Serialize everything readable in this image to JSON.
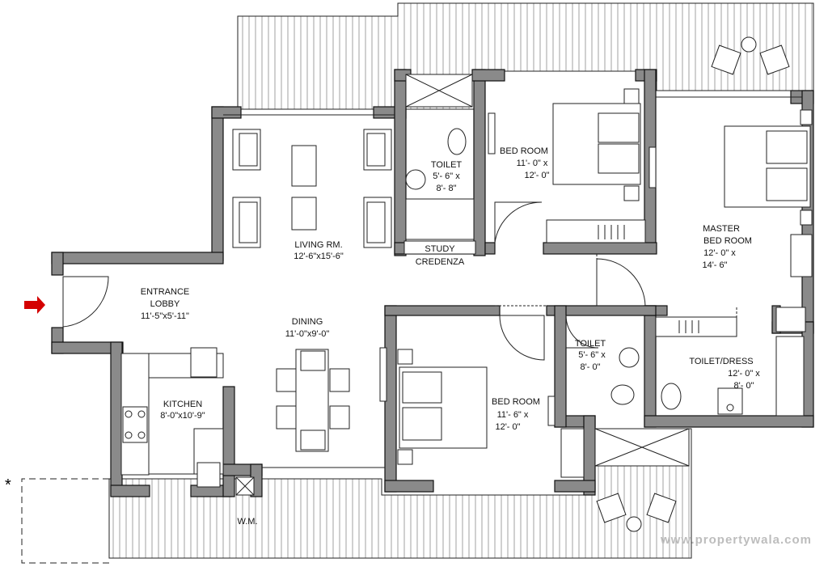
{
  "plan": {
    "rooms": [
      {
        "id": "living",
        "name": "LIVING RM.",
        "size": "12'-6\"x15'-6\""
      },
      {
        "id": "lobby",
        "name1": "ENTRANCE",
        "name2": "LOBBY",
        "size": "11'-5\"x5'-11\""
      },
      {
        "id": "dining",
        "name": "DINING",
        "size": "11'-0\"x9'-0\""
      },
      {
        "id": "kitchen",
        "name": "KITCHEN",
        "size": "8'-0\"x10'-9\""
      },
      {
        "id": "toilet1",
        "name": "TOILET",
        "dim1": "5'- 6\" x",
        "dim2": "8'- 8\""
      },
      {
        "id": "bed1",
        "name": "BED ROOM",
        "dim1": "11'- 0\" x",
        "dim2": "12'- 0\""
      },
      {
        "id": "study",
        "name1": "STUDY",
        "name2": "CREDENZA"
      },
      {
        "id": "master",
        "name1": "MASTER",
        "name2": "BED ROOM",
        "dim1": "12'- 0\" x",
        "dim2": "14'- 6\""
      },
      {
        "id": "bed2",
        "name": "BED ROOM",
        "dim1": "11'- 6\" x",
        "dim2": "12'- 0\""
      },
      {
        "id": "toilet2",
        "name": "TOILET",
        "dim1": "5'- 6\" x",
        "dim2": "8'- 0\""
      },
      {
        "id": "dress",
        "name": "TOILET/DRESS",
        "dim1": "12'- 0\" x",
        "dim2": "8'- 0\""
      },
      {
        "id": "wm",
        "name": "W.M."
      }
    ],
    "asterisk": "*",
    "watermark": "www.propertywala.com",
    "entrance_arrow_color": "#d40000",
    "wall_color": "#8a8a8a"
  }
}
